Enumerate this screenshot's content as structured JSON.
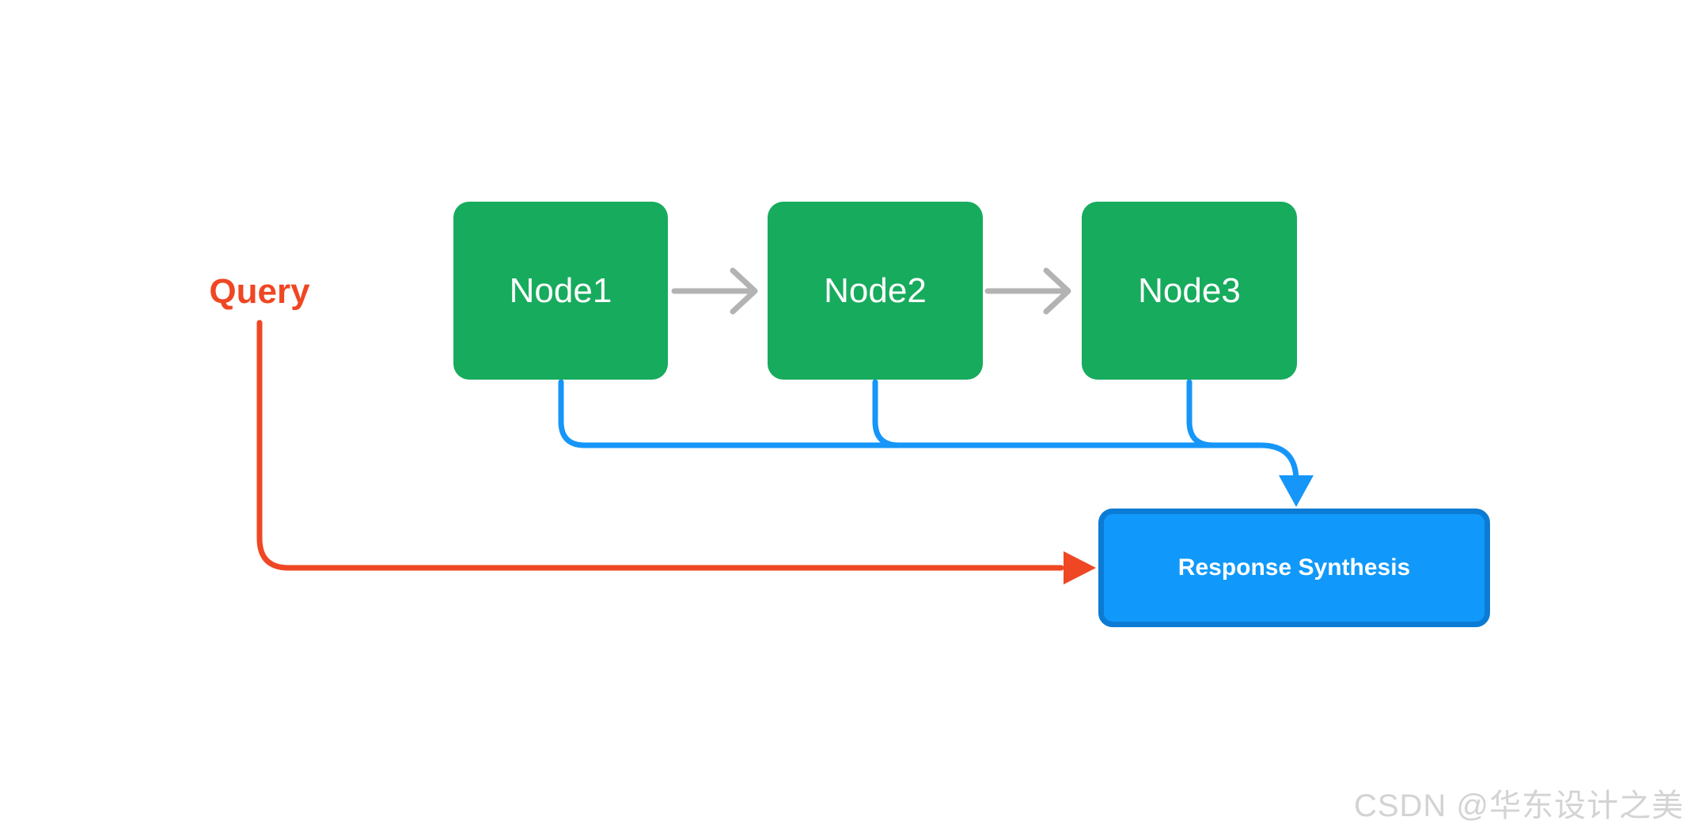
{
  "diagram": {
    "query_label": "Query",
    "nodes": [
      {
        "label": "Node1"
      },
      {
        "label": "Node2"
      },
      {
        "label": "Node3"
      }
    ],
    "response_box": {
      "label": "Response Synthesis"
    },
    "colors": {
      "node_green": "#17AB5D",
      "node_text": "#ffffff",
      "response_fill": "#1099FA",
      "response_border": "#0C7BD4",
      "connector_blue": "#1596F8",
      "query_red": "#EF4723",
      "sequence_gray": "#B3B3B3",
      "watermark_gray": "#D3D3D3"
    }
  },
  "watermark": {
    "text": "CSDN @华东设计之美"
  }
}
